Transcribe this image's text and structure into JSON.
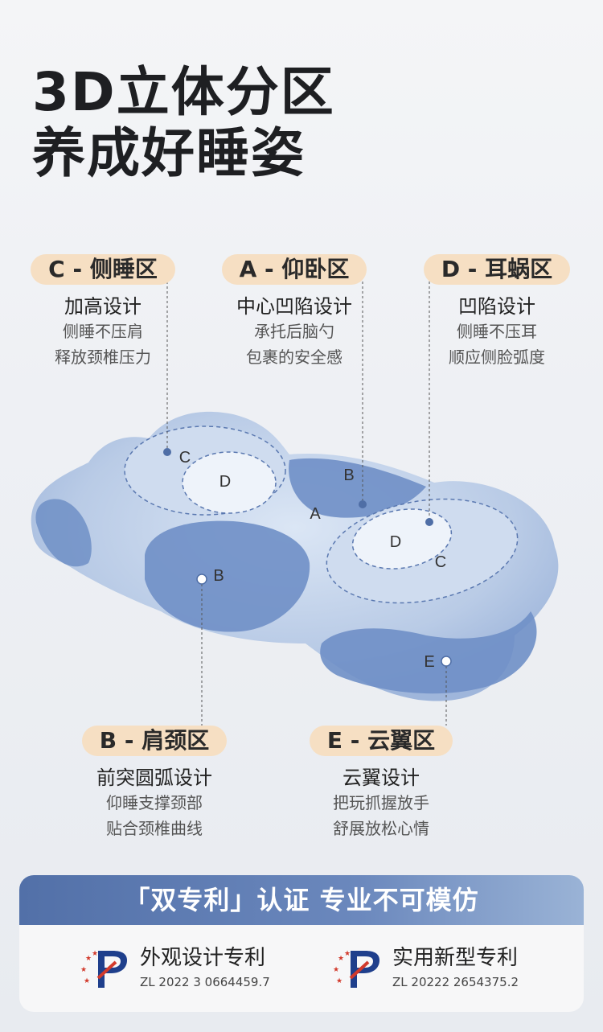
{
  "headline": {
    "line1": "3D立体分区",
    "line2": "养成好睡姿"
  },
  "zones": {
    "c": {
      "tag": "C - 侧睡区",
      "lines": [
        "加高设计",
        "侧睡不压肩",
        "释放颈椎压力"
      ]
    },
    "a": {
      "tag": "A - 仰卧区",
      "lines": [
        "中心凹陷设计",
        "承托后脑勺",
        "包裹的安全感"
      ]
    },
    "d": {
      "tag": "D - 耳蜗区",
      "lines": [
        "凹陷设计",
        "侧睡不压耳",
        "顺应侧脸弧度"
      ]
    },
    "b": {
      "tag": "B - 肩颈区",
      "lines": [
        "前突圆弧设计",
        "仰睡支撑颈部",
        "贴合颈椎曲线"
      ]
    },
    "e": {
      "tag": "E - 云翼区",
      "lines": [
        "云翼设计",
        "把玩抓握放手",
        "舒展放松心情"
      ]
    }
  },
  "diagram_labels": {
    "a": "A",
    "b_top": "B",
    "b_left": "B",
    "c_left": "C",
    "c_right": "C",
    "d_left": "D",
    "d_right": "D",
    "e": "E"
  },
  "patent": {
    "banner": "「双专利」认证 专业不可模仿",
    "items": [
      {
        "name": "外观设计专利",
        "number": "ZL 2022 3 0664459.7"
      },
      {
        "name": "实用新型专利",
        "number": "ZL 20222 2654375.2"
      }
    ]
  },
  "colors": {
    "pill": "#f6dfc3",
    "pillow": "#b9cbe6",
    "pillow_dark": "#6f8fc6",
    "banner": "#5a78b0"
  }
}
